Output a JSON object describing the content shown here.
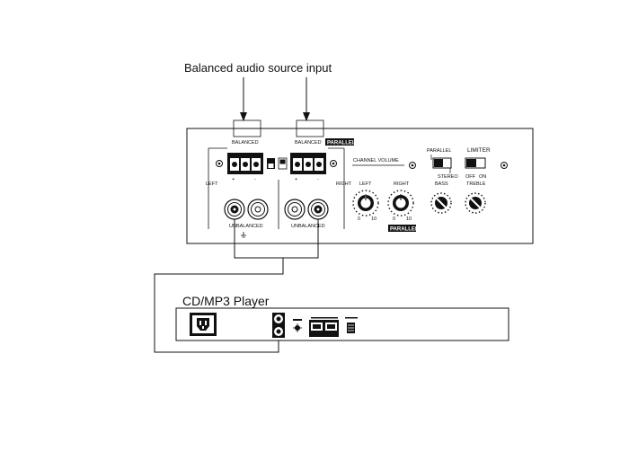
{
  "diagram": {
    "callout": "Balanced audio source input",
    "amplifier": {
      "balanced_left": "BALANCED",
      "balanced_right": "BALANCED",
      "parallel_badge_top": "PARALLEL",
      "left_label": "LEFT",
      "right_label": "RIGHT",
      "unbalanced_left": "UNBALANCED",
      "unbalanced_right": "UNBALANCED",
      "channel_volume": "CHANNEL VOLUME",
      "knob_left": "LEFT",
      "knob_right": "RIGHT",
      "parallel_badge_bottom": "PARALLEL",
      "bass": "BASS",
      "treble": "TREBLE",
      "mode_parallel": "PARALLEL",
      "mode_stereo": "STEREO",
      "limiter": "LIMITER",
      "limiter_off": "OFF",
      "limiter_on": "ON",
      "scale_min": "0",
      "scale_max": "10",
      "terminal_plus": "+",
      "terminal_minus": "-"
    },
    "player": {
      "title": "CD/MP3 Player"
    }
  }
}
